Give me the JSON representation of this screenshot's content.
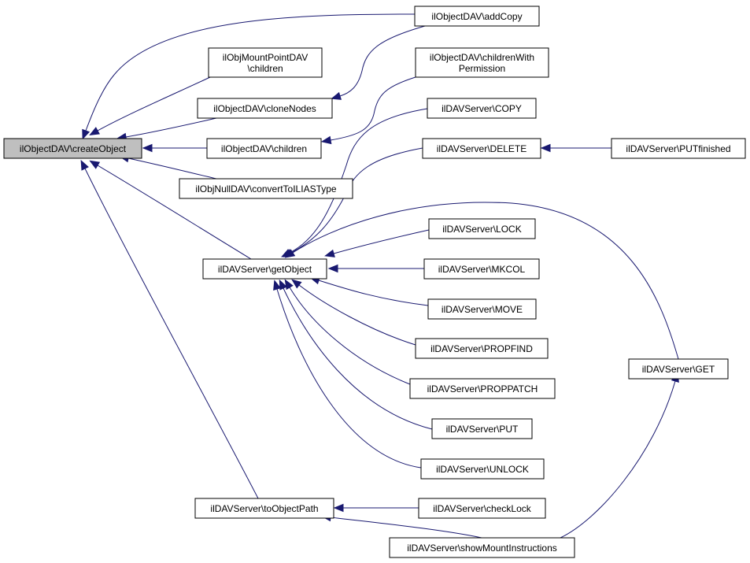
{
  "graph": {
    "edge_color": "#191970",
    "root_fill": "#bfbfbf",
    "nodes": [
      {
        "id": "createObject",
        "lines": [
          "ilObjectDAV\\createObject"
        ],
        "root": true
      },
      {
        "id": "addCopy",
        "lines": [
          "ilObjectDAV\\addCopy"
        ]
      },
      {
        "id": "mountChildren",
        "lines": [
          "ilObjMountPointDAV",
          "\\children"
        ]
      },
      {
        "id": "childrenWithPermission",
        "lines": [
          "ilObjectDAV\\childrenWith",
          "Permission"
        ]
      },
      {
        "id": "cloneNodes",
        "lines": [
          "ilObjectDAV\\cloneNodes"
        ]
      },
      {
        "id": "copy",
        "lines": [
          "ilDAVServer\\COPY"
        ]
      },
      {
        "id": "children",
        "lines": [
          "ilObjectDAV\\children"
        ]
      },
      {
        "id": "delete",
        "lines": [
          "ilDAVServer\\DELETE"
        ]
      },
      {
        "id": "putFinished",
        "lines": [
          "ilDAVServer\\PUTfinished"
        ]
      },
      {
        "id": "convertToILIASType",
        "lines": [
          "ilObjNullDAV\\convertToILIASType"
        ]
      },
      {
        "id": "lock",
        "lines": [
          "ilDAVServer\\LOCK"
        ]
      },
      {
        "id": "getObject",
        "lines": [
          "ilDAVServer\\getObject"
        ]
      },
      {
        "id": "mkcol",
        "lines": [
          "ilDAVServer\\MKCOL"
        ]
      },
      {
        "id": "move",
        "lines": [
          "ilDAVServer\\MOVE"
        ]
      },
      {
        "id": "propfind",
        "lines": [
          "ilDAVServer\\PROPFIND"
        ]
      },
      {
        "id": "get",
        "lines": [
          "ilDAVServer\\GET"
        ]
      },
      {
        "id": "proppatch",
        "lines": [
          "ilDAVServer\\PROPPATCH"
        ]
      },
      {
        "id": "put",
        "lines": [
          "ilDAVServer\\PUT"
        ]
      },
      {
        "id": "unlock",
        "lines": [
          "ilDAVServer\\UNLOCK"
        ]
      },
      {
        "id": "toObjectPath",
        "lines": [
          "ilDAVServer\\toObjectPath"
        ]
      },
      {
        "id": "checkLock",
        "lines": [
          "ilDAVServer\\checkLock"
        ]
      },
      {
        "id": "showMountInstructions",
        "lines": [
          "ilDAVServer\\showMountInstructions"
        ]
      }
    ],
    "edges": [
      {
        "from": "addCopy",
        "to": "createObject"
      },
      {
        "from": "mountChildren",
        "to": "createObject"
      },
      {
        "from": "cloneNodes",
        "to": "createObject"
      },
      {
        "from": "children",
        "to": "createObject"
      },
      {
        "from": "convertToILIASType",
        "to": "createObject"
      },
      {
        "from": "getObject",
        "to": "createObject"
      },
      {
        "from": "toObjectPath",
        "to": "createObject"
      },
      {
        "from": "addCopy",
        "to": "cloneNodes"
      },
      {
        "from": "childrenWithPermission",
        "to": "children"
      },
      {
        "from": "copy",
        "to": "getObject"
      },
      {
        "from": "delete",
        "to": "getObject"
      },
      {
        "from": "putFinished",
        "to": "delete"
      },
      {
        "from": "get",
        "to": "getObject"
      },
      {
        "from": "lock",
        "to": "getObject"
      },
      {
        "from": "mkcol",
        "to": "getObject"
      },
      {
        "from": "move",
        "to": "getObject"
      },
      {
        "from": "propfind",
        "to": "getObject"
      },
      {
        "from": "proppatch",
        "to": "getObject"
      },
      {
        "from": "put",
        "to": "getObject"
      },
      {
        "from": "unlock",
        "to": "getObject"
      },
      {
        "from": "checkLock",
        "to": "toObjectPath"
      },
      {
        "from": "showMountInstructions",
        "to": "toObjectPath"
      },
      {
        "from": "showMountInstructions",
        "to": "get"
      }
    ]
  }
}
